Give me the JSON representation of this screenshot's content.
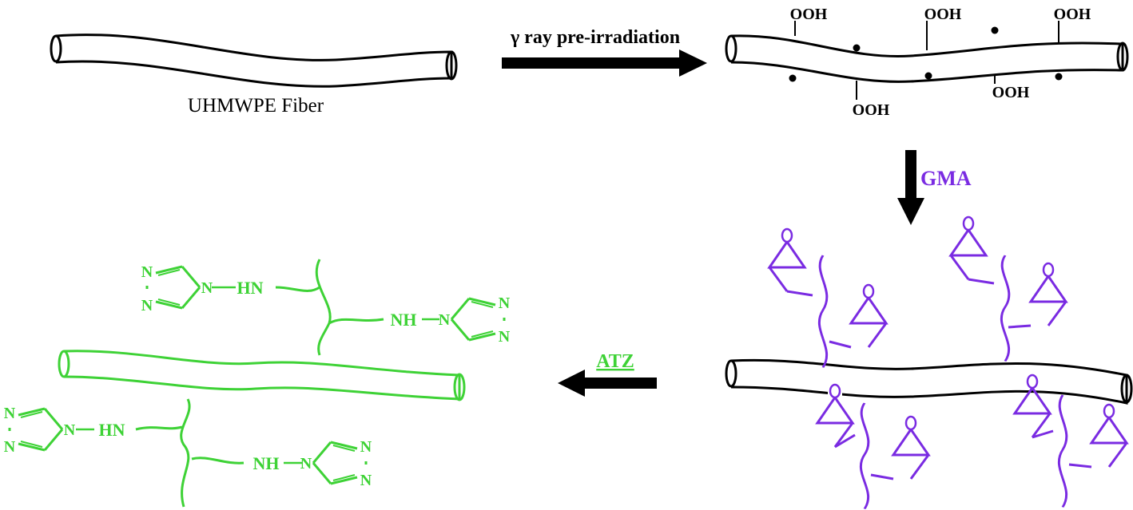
{
  "labels": {
    "fiber_name": "UHMWPE Fiber",
    "step1": "γ ray pre-irradiation",
    "step2": "GMA",
    "step3": "ATZ",
    "hydroperoxide": "OOH",
    "amine_left": "HN",
    "amine_right": "NH",
    "ring_atom": "N"
  },
  "colors": {
    "fiber": "#000000",
    "gma": "#7a2be2",
    "atz": "#3ed236",
    "text": "#000000"
  }
}
